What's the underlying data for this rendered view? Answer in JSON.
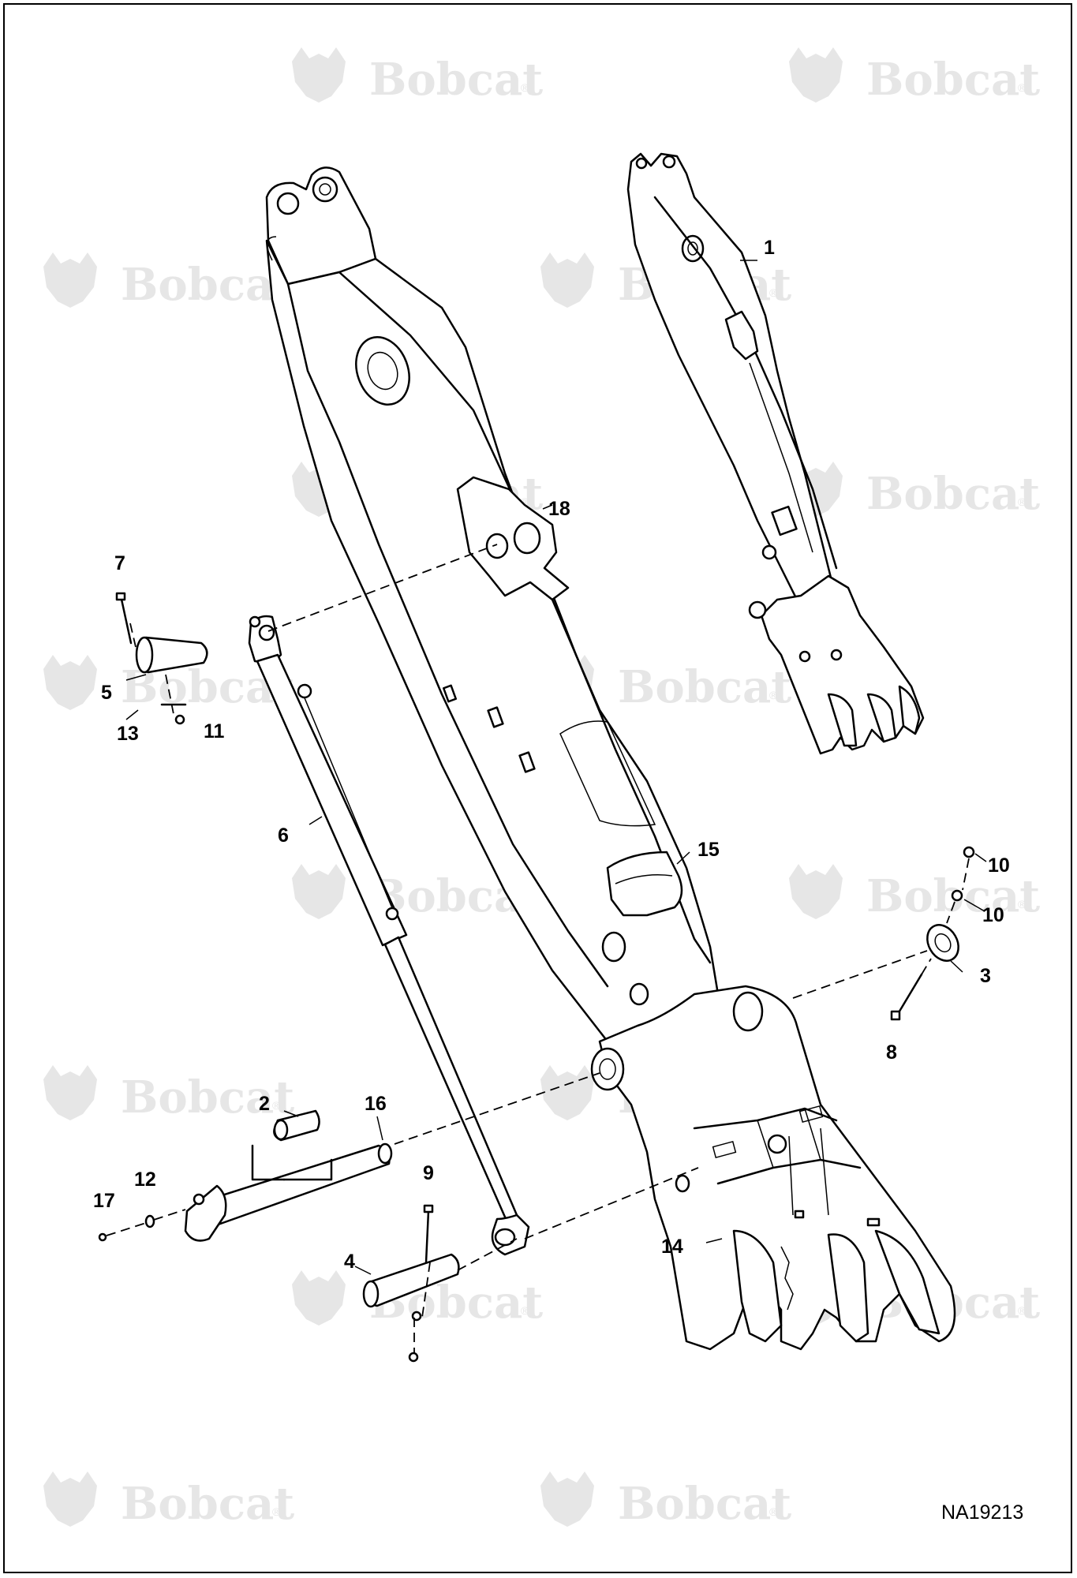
{
  "watermark": {
    "brand": "Bobcat",
    "mark": "®"
  },
  "figure_id": "NA19213",
  "callouts": [
    {
      "id": "c1",
      "label": "1"
    },
    {
      "id": "c2",
      "label": "2"
    },
    {
      "id": "c3",
      "label": "3"
    },
    {
      "id": "c4",
      "label": "4"
    },
    {
      "id": "c5",
      "label": "5"
    },
    {
      "id": "c6",
      "label": "6"
    },
    {
      "id": "c7",
      "label": "7"
    },
    {
      "id": "c8",
      "label": "8"
    },
    {
      "id": "c9",
      "label": "9"
    },
    {
      "id": "c10a",
      "label": "10"
    },
    {
      "id": "c10b",
      "label": "10"
    },
    {
      "id": "c11",
      "label": "11"
    },
    {
      "id": "c12",
      "label": "12"
    },
    {
      "id": "c13",
      "label": "13"
    },
    {
      "id": "c14",
      "label": "14"
    },
    {
      "id": "c15",
      "label": "15"
    },
    {
      "id": "c16",
      "label": "16"
    },
    {
      "id": "c17",
      "label": "17"
    },
    {
      "id": "c18",
      "label": "18"
    }
  ]
}
